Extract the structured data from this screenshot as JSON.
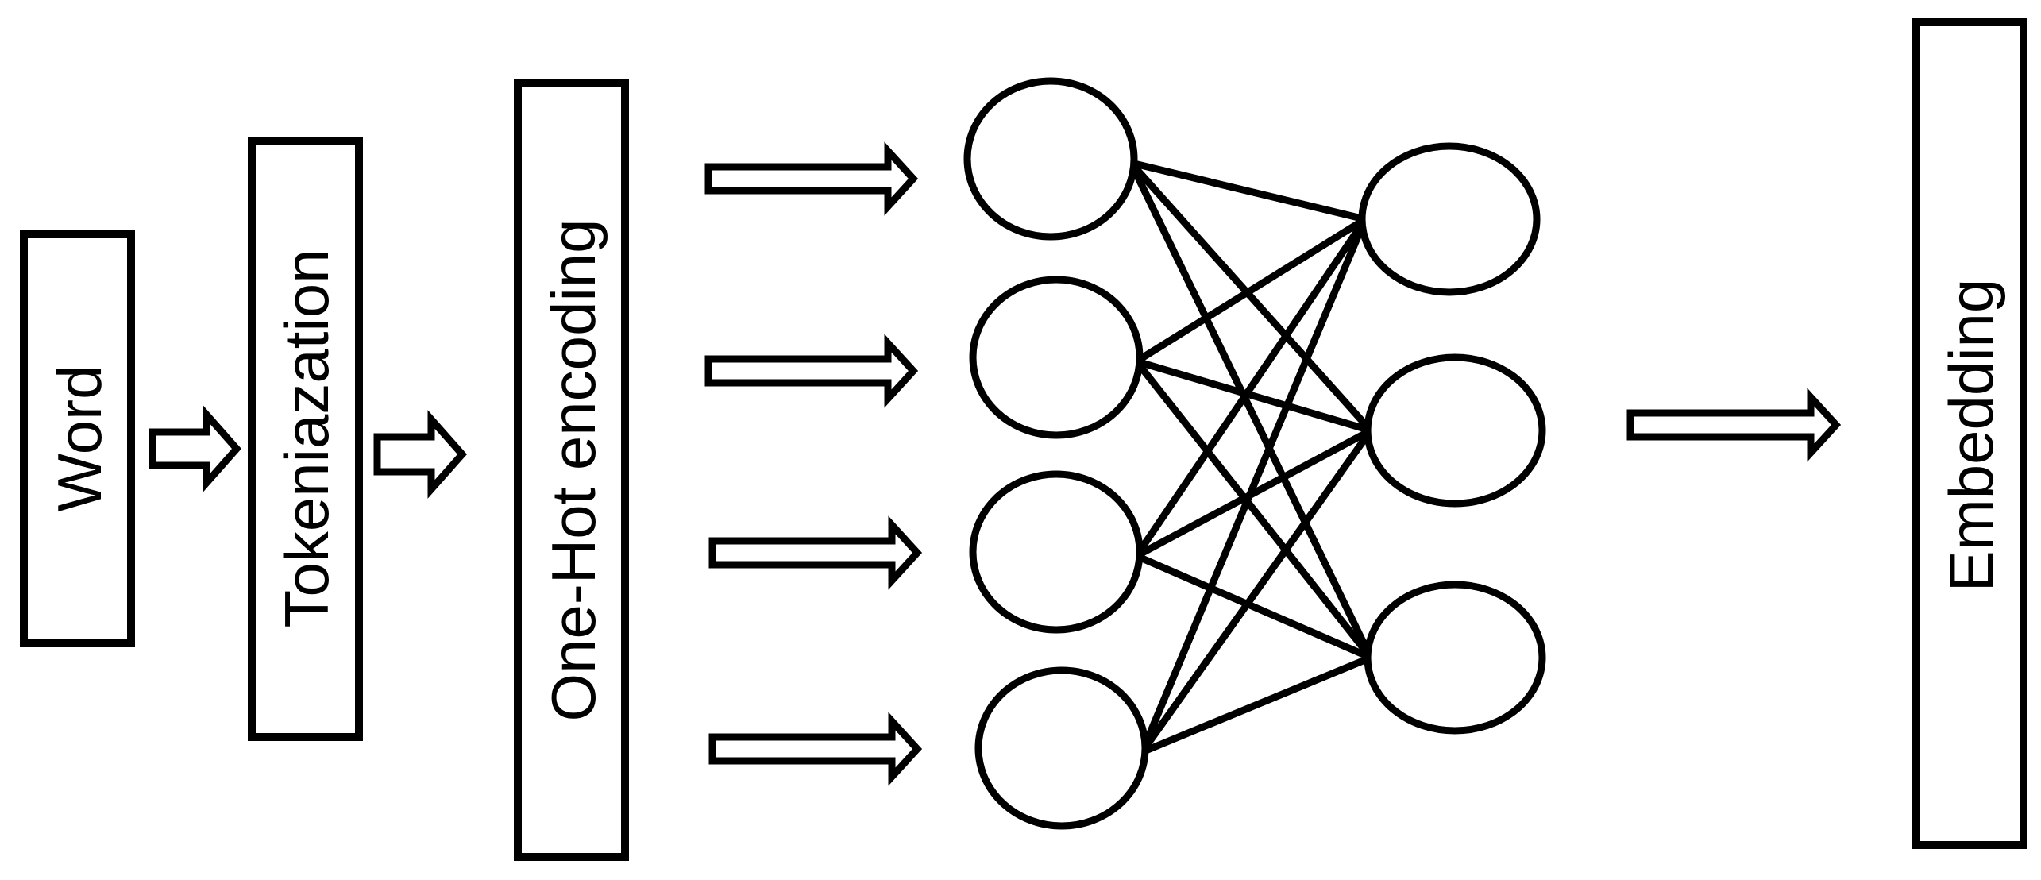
{
  "diagram": {
    "stages": [
      {
        "id": "word",
        "label": "Word"
      },
      {
        "id": "tokenization",
        "label": "Tokeniazation"
      },
      {
        "id": "one-hot",
        "label": "One-Hot encoding"
      },
      {
        "id": "embedding",
        "label": "Embedding"
      }
    ],
    "network": {
      "input_layer_nodes": 4,
      "output_layer_nodes": 3,
      "fully_connected": true
    },
    "colors": {
      "stroke": "#000000",
      "background": "#ffffff"
    }
  }
}
